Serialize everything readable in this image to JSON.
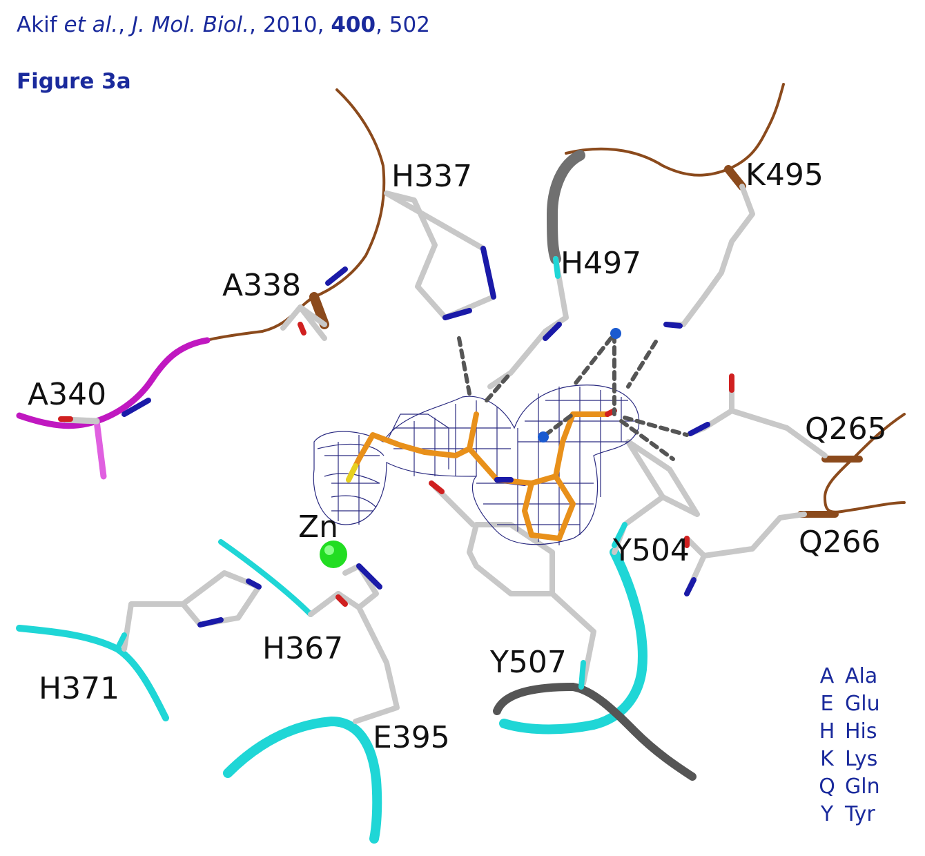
{
  "citation": {
    "author": "Akif",
    "etal": "et al.",
    "journal": "J. Mol. Biol.",
    "year": "2010",
    "volume": "400",
    "page": "502"
  },
  "figure_title": "Figure 3a",
  "residue_labels": {
    "h337": "H337",
    "k495": "K495",
    "h497": "H497",
    "a338": "A338",
    "a340": "A340",
    "q265": "Q265",
    "q266": "Q266",
    "zn": "Zn",
    "y504": "Y504",
    "h367": "H367",
    "y507": "Y507",
    "h371": "H371",
    "e395": "E395"
  },
  "legend": [
    {
      "code": "A",
      "name": "Ala"
    },
    {
      "code": "E",
      "name": "Glu"
    },
    {
      "code": "H",
      "name": "His"
    },
    {
      "code": "K",
      "name": "Lys"
    },
    {
      "code": "Q",
      "name": "Gln"
    },
    {
      "code": "Y",
      "name": "Tyr"
    }
  ],
  "colors": {
    "text_blue": "#1a2a9c",
    "backbone_brown": "#8b4a1c",
    "ribbon_cyan": "#1fd6d6",
    "ribbon_magenta": "#c018c0",
    "carbon_grey": "#c8c8c8",
    "nitrogen": "#1a1aa8",
    "oxygen": "#d02020",
    "ligand_orange": "#e8901a",
    "density_mesh": "#2a2a80",
    "zinc": "#22dd22"
  }
}
